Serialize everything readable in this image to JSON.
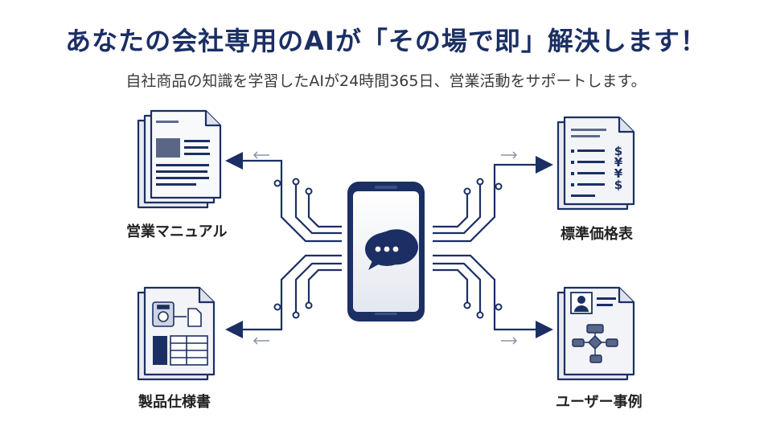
{
  "title": "あなたの会社専用のAIが「その場で即」解決します！",
  "subtitle": "自社商品の知識を学習したAIが24時間365日、営業活動をサポートします。",
  "documents": {
    "manual": "営業マニュアル",
    "price_table": "標準価格表",
    "spec_sheet": "製品仕様書",
    "case_study": "ユーザー事例"
  },
  "price_symbols": [
    "$",
    "¥",
    "¥",
    "$"
  ],
  "colors": {
    "primary": "#1b2f64",
    "doc_fill": "#f3f4f7",
    "text": "#222222"
  }
}
